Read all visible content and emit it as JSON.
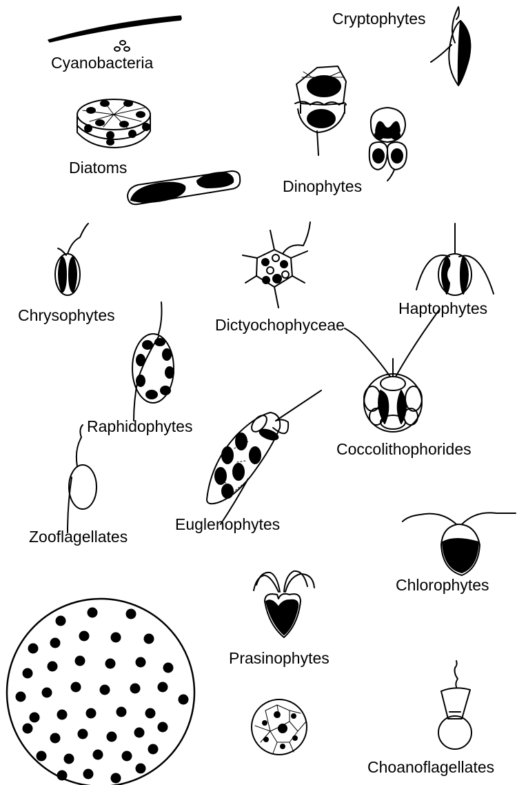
{
  "labels": {
    "cyanobacteria": "Cyanobacteria",
    "cryptophytes": "Cryptophytes",
    "diatoms": "Diatoms",
    "dinophytes": "Dinophytes",
    "chrysophytes": "Chrysophytes",
    "dictyochophyceae": "Dictyochophyceae",
    "haptophytes": "Haptophytes",
    "raphidophytes": "Raphidophytes",
    "coccolithophorides": "Coccolithophorides",
    "zooflagellates": "Zooflagellates",
    "euglenophytes": "Euglenophytes",
    "chlorophytes": "Chlorophytes",
    "prasinophytes": "Prasinophytes",
    "choanoflagellates": "Choanoflagellates"
  },
  "colors": {
    "ink": "#000000",
    "paper": "#ffffff"
  }
}
